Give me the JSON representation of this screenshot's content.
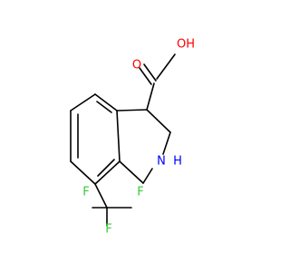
{
  "molecule": {
    "atoms": {
      "carbonyl_oxygen": {
        "symbol": "O",
        "color": "#ff0000"
      },
      "hydroxyl": {
        "symbol": "OH",
        "color": "#ff0000"
      },
      "amine": {
        "symbol": "N",
        "color": "#0000ff"
      },
      "amine_hydrogen": {
        "symbol": "H",
        "color": "#0000ff"
      },
      "fluorine_left": {
        "symbol": "F",
        "color": "#33cc33"
      },
      "fluorine_right": {
        "symbol": "F",
        "color": "#33cc33"
      },
      "fluorine_bottom": {
        "symbol": "F",
        "color": "#33cc33"
      }
    }
  }
}
